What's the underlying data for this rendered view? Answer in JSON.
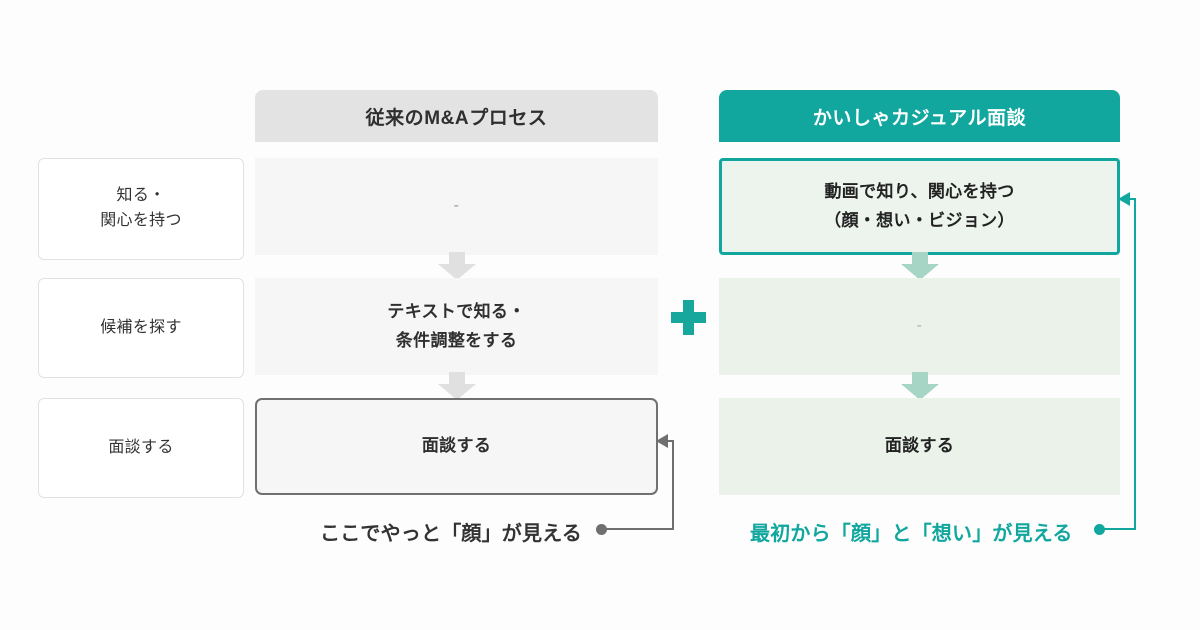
{
  "background_color": "#fdfdfd",
  "theme": {
    "teal": "#11a79e",
    "teal_soft": "#a6d5c5",
    "gray_header": "#e3e3e3",
    "gray_box": "#f6f6f6",
    "green_box": "#eaf2ea",
    "green_box_light": "#edf4ee",
    "arrow_gray": "#e0e0e0",
    "text_dark": "#2f2f2f",
    "border_gray": "#707070"
  },
  "stages": {
    "label": "process-stages",
    "items": [
      {
        "text": "知る・\n関心を持つ",
        "line1": "知る・",
        "line2": "関心を持つ"
      },
      {
        "text": "候補を探す",
        "line1": "候補を探す",
        "line2": ""
      },
      {
        "text": "面談する",
        "line1": "面談する",
        "line2": ""
      }
    ]
  },
  "columns": [
    {
      "id": "legacy",
      "header": "従来のM&Aプロセス",
      "header_bg": "#e3e3e3",
      "header_text_color": "#2f2f2f",
      "steps": [
        {
          "line1": "-",
          "line2": "",
          "empty": true,
          "highlighted": false
        },
        {
          "line1": "テキストで知る・",
          "line2": "条件調整をする",
          "empty": false,
          "highlighted": false
        },
        {
          "line1": "面談する",
          "line2": "",
          "empty": false,
          "highlighted": true
        }
      ],
      "caption": "ここでやっと「顔」が見える",
      "caption_color": "#333333",
      "connector_color": "#6f6f6f",
      "connector_target_step": 3
    },
    {
      "id": "kaisha-casual",
      "header": "かいしゃカジュアル面談",
      "header_bg": "#11a79e",
      "header_text_color": "#ffffff",
      "steps": [
        {
          "line1": "動画で知り、関心を持つ",
          "line2": "（顔・想い・ビジョン）",
          "empty": false,
          "highlighted": true
        },
        {
          "line1": "-",
          "line2": "",
          "empty": true,
          "highlighted": false
        },
        {
          "line1": "面談する",
          "line2": "",
          "empty": false,
          "highlighted": false
        }
      ],
      "caption": "最初から「顔」と「想い」が見える",
      "caption_color": "#11a79e",
      "connector_color": "#11a79e",
      "connector_target_step": 1
    }
  ],
  "plus_operator": {
    "symbol": "+",
    "name": "plus-sign",
    "color": "#17a79c"
  },
  "flow_arrows": {
    "legacy": [
      "down-arrow",
      "down-arrow"
    ],
    "new": [
      "down-arrow",
      "down-arrow"
    ]
  }
}
